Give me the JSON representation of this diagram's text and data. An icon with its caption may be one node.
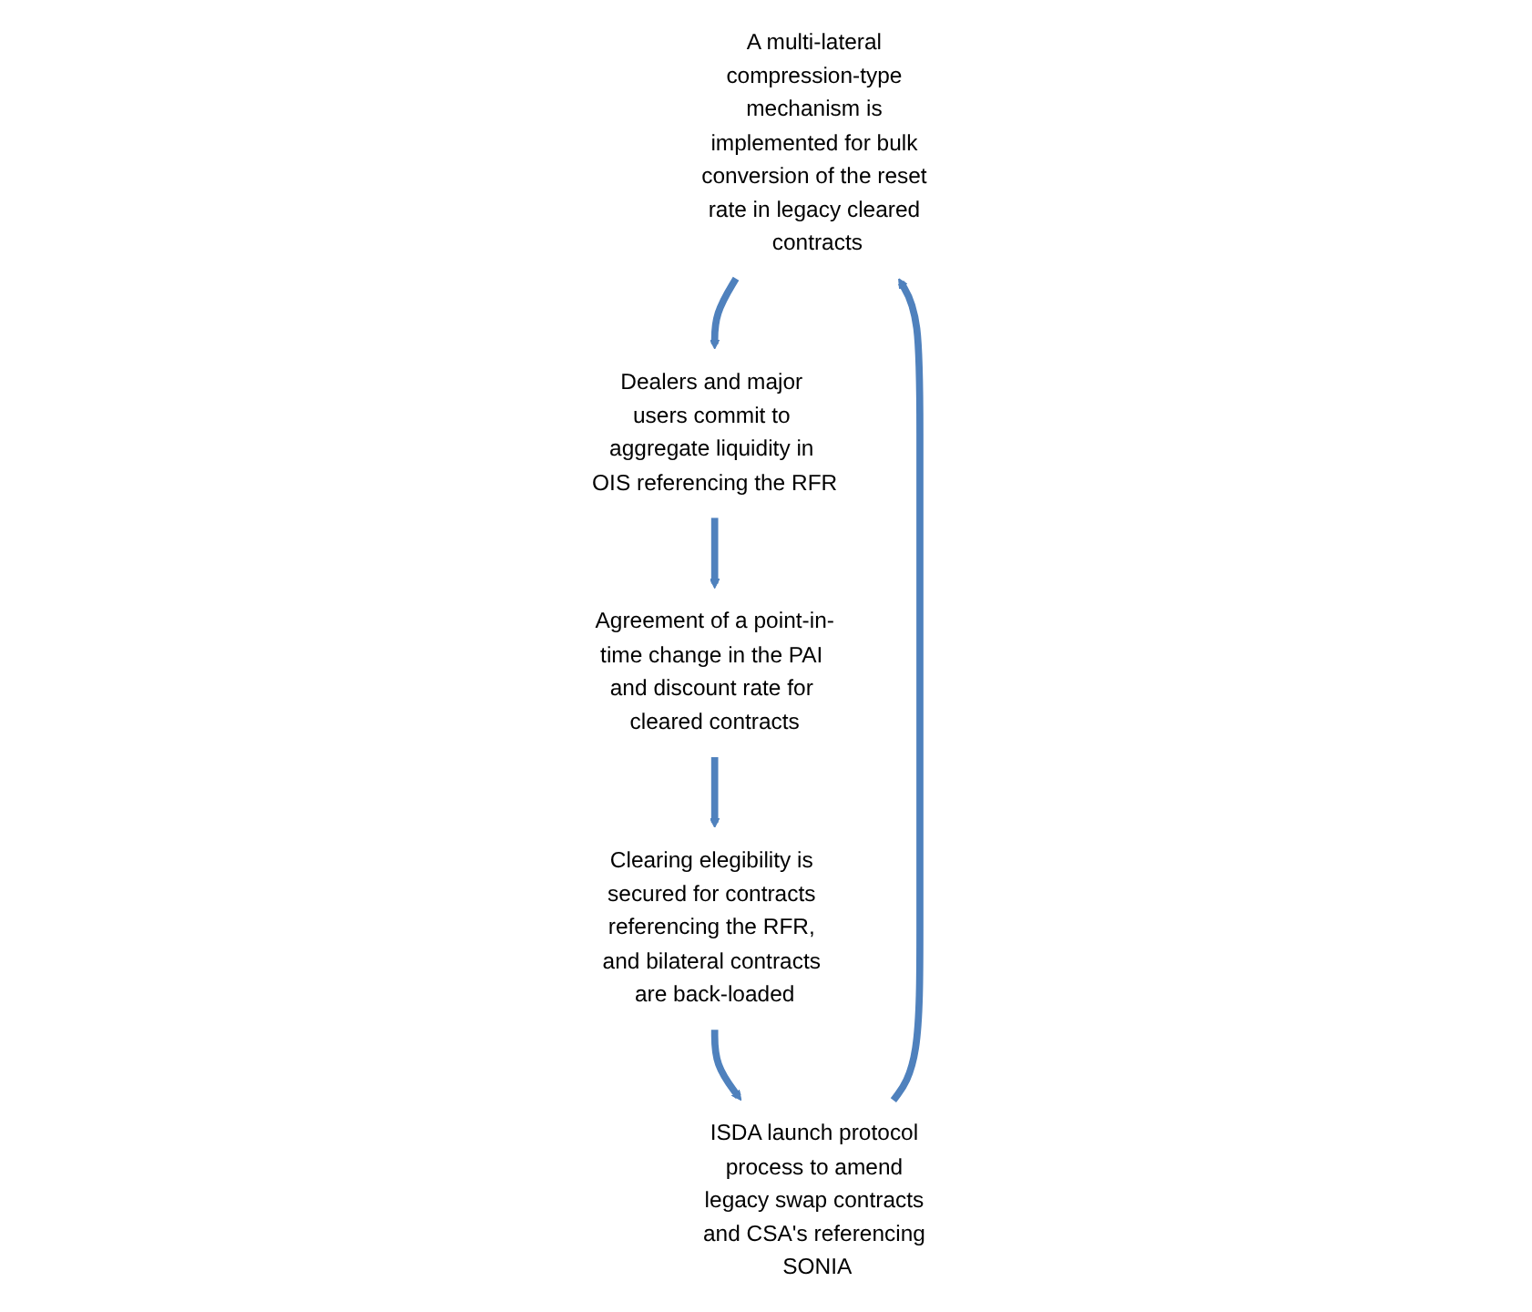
{
  "diagram": {
    "nodes": [
      {
        "text": [
          "A multi-lateral compression-type mechanism is implemented for bulk conversion of the reset rate in legacy cleared contracts"
        ]
      },
      {
        "text": [
          "Dealers and major users commit to aggregate liquidity in OIS referencing the RFR"
        ]
      },
      {
        "text": [
          "Agreement of a point-in-time change in the PAI and discount rate for cleared contracts"
        ]
      },
      {
        "text": [
          "Clearing elegibility is secured for contracts referencing the RFR, and bilateral contracts are back-loaded"
        ]
      },
      {
        "text": [
          "ISDA launch protocol process to amend legacy swap contracts and CSA's referencing SONIA"
        ]
      }
    ],
    "edges": [
      {
        "from": 0,
        "to": 1,
        "arrow": "to"
      },
      {
        "from": 1,
        "to": 2,
        "arrow": "to"
      },
      {
        "from": 2,
        "to": 3,
        "arrow": "to"
      },
      {
        "from": 3,
        "to": 4,
        "arrow": "to"
      },
      {
        "from": 4,
        "to": 0,
        "arrow": "to"
      }
    ]
  }
}
